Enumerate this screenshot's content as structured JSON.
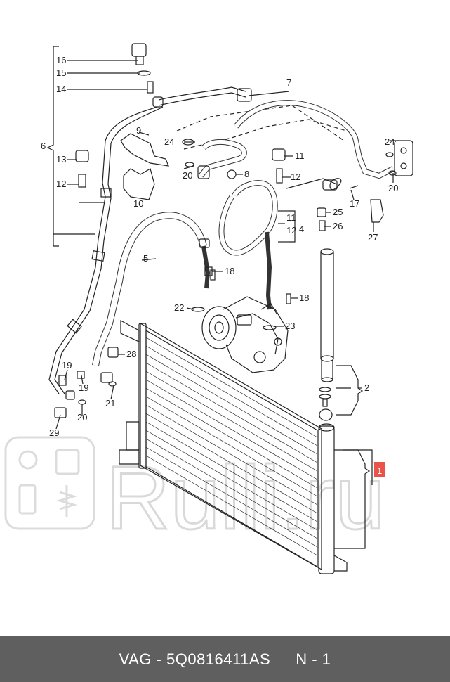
{
  "callouts": {
    "c1": "1",
    "c2": "2",
    "c4": "4",
    "c5": "5",
    "c6": "6",
    "c7": "7",
    "c8": "8",
    "c9": "9",
    "c10": "10",
    "c11a": "11",
    "c11b": "11",
    "c12a": "12",
    "c12b": "12",
    "c12c": "12",
    "c13": "13",
    "c14": "14",
    "c15": "15",
    "c16": "16",
    "c17": "17",
    "c18a": "18",
    "c18b": "18",
    "c19a": "19",
    "c19b": "19",
    "c20a": "20",
    "c20b": "20",
    "c20c": "20",
    "c21": "21",
    "c22": "22",
    "c23": "23",
    "c24a": "24",
    "c24b": "24",
    "c25": "25",
    "c26": "26",
    "c27": "27",
    "c28": "28",
    "c29": "29"
  },
  "watermark": {
    "text": "Rulli.ru"
  },
  "footer": {
    "brand": "VAG - 5Q0816411AS",
    "position": "N - 1"
  },
  "colors": {
    "footer_bg": "#5f5f5f",
    "highlight": "#e8534a",
    "line": "#222222",
    "watermark": "#d9d9d9"
  }
}
